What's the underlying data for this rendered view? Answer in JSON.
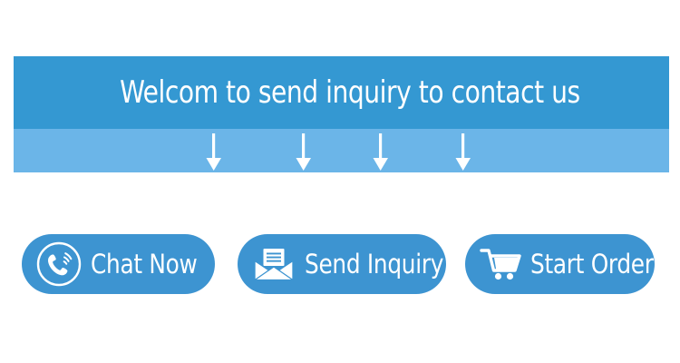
{
  "banner": {
    "title": "Welcom to send inquiry to contact us",
    "dark_color": "#3498d2",
    "light_color": "#6bb5e8",
    "text_color": "#ffffff",
    "arrows": [
      {
        "name": "arrow-down-1"
      },
      {
        "name": "arrow-down-2"
      },
      {
        "name": "arrow-down-3"
      },
      {
        "name": "arrow-down-4"
      }
    ]
  },
  "buttons": [
    {
      "label": "Chat Now",
      "icon": "phone-circle-icon",
      "color": "#3d94d1",
      "text_color": "#ffffff"
    },
    {
      "label": "Send Inquiry",
      "icon": "envelope-icon",
      "color": "#3d94d1",
      "text_color": "#ffffff"
    },
    {
      "label": "Start Order",
      "icon": "shopping-cart-icon",
      "color": "#3d94d1",
      "text_color": "#ffffff"
    }
  ],
  "page": {
    "background": "#ffffff"
  }
}
